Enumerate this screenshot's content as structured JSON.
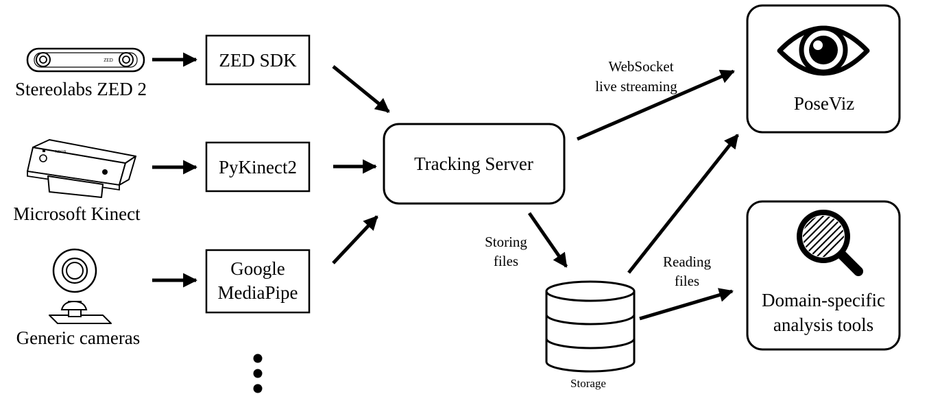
{
  "devices": {
    "zed": "Stereolabs ZED 2",
    "zed_logo_text": "ZED",
    "kinect": "Microsoft Kinect",
    "kinect_logo_text": "XBOX",
    "cameras": "Generic cameras"
  },
  "sdks": {
    "zed_sdk": "ZED SDK",
    "pykinect": "PyKinect2",
    "mediapipe_line1": "Google",
    "mediapipe_line2": "MediaPipe"
  },
  "server": "Tracking Server",
  "edges": {
    "ws_line1": "WebSocket",
    "ws_line2": "live streaming",
    "storing_line1": "Storing",
    "storing_line2": "files",
    "reading_line1": "Reading",
    "reading_line2": "files"
  },
  "storage": "Storage",
  "outputs": {
    "poseviz": "PoseViz",
    "analysis_line1": "Domain-specific",
    "analysis_line2": "analysis tools"
  },
  "icons": {
    "zed_device": "stereo-camera-icon",
    "kinect_device": "kinect-sensor-icon",
    "generic_camera": "webcam-icon",
    "poseviz": "eye-icon",
    "analysis": "magnifier-icon",
    "storage": "database-icon",
    "more": "vertical-ellipsis-icon"
  },
  "colors": {
    "stroke": "#000000",
    "background": "#ffffff"
  }
}
